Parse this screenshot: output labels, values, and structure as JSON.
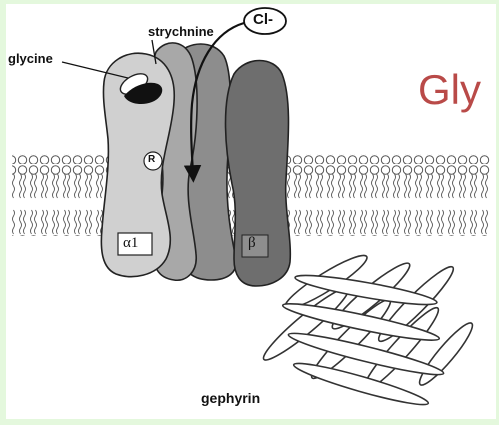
{
  "slide": {
    "title_partial": "Gly",
    "background_color": "#e4f8dd",
    "title_color": "#b94a48"
  },
  "diagram": {
    "labels": {
      "strychnine": "strychnine",
      "glycine": "glycine",
      "chloride": "Cl-",
      "binding_site": "R",
      "alpha1": "α1",
      "beta": "β",
      "gephyrin": "gephyrin"
    }
  }
}
